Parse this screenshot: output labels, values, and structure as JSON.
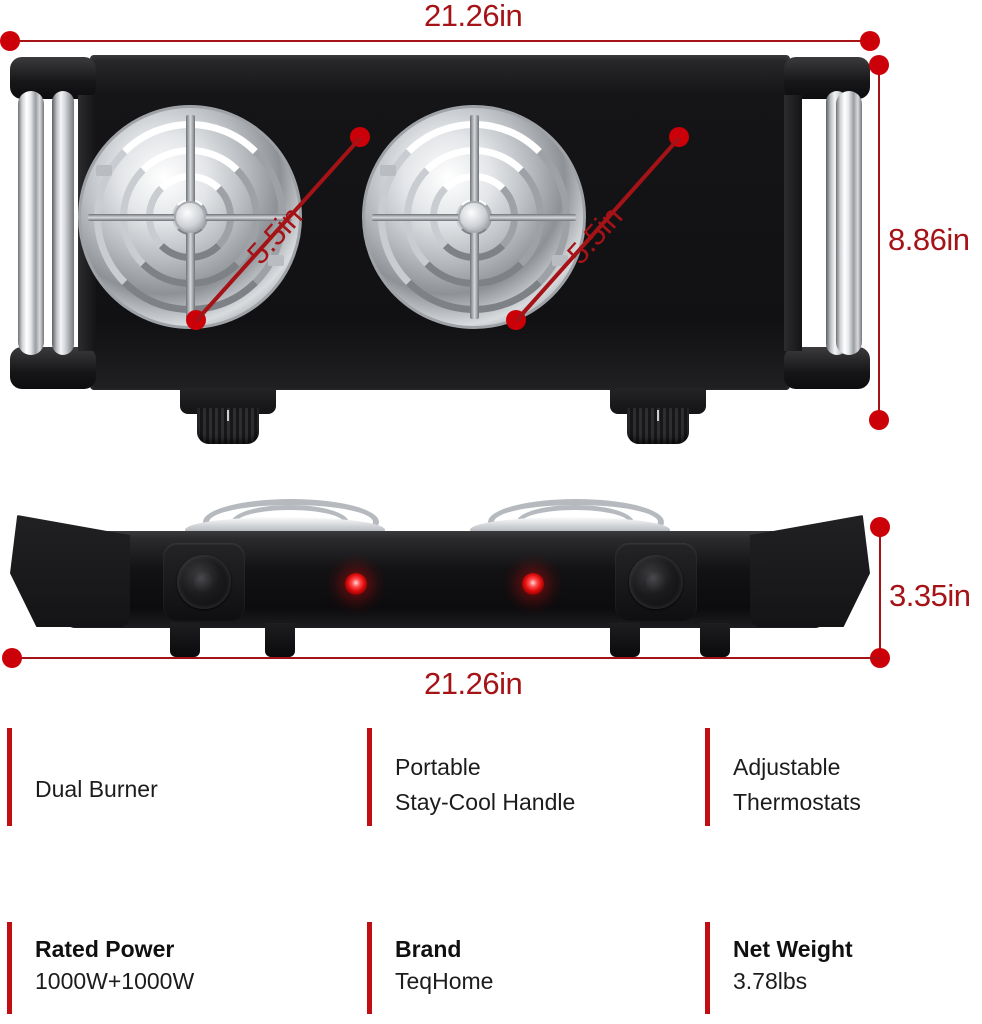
{
  "dimensions": {
    "top_width": "21.26in",
    "top_depth": "8.86in",
    "burner_left_diameter": "5.5in",
    "burner_right_diameter": "5.5in",
    "front_width": "21.26in",
    "front_height": "3.35in"
  },
  "colors": {
    "accent_red": "#c10d14",
    "dimension_red": "#a51317",
    "dot_red": "#cc0008",
    "body_black": "#121214",
    "text_dark": "#1c1c1c"
  },
  "features": [
    {
      "line1": "Dual Burner",
      "line2": ""
    },
    {
      "line1": "Portable",
      "line2": "Stay-Cool Handle"
    },
    {
      "line1": "Adjustable",
      "line2": "Thermostats"
    }
  ],
  "specs": [
    {
      "title": "Rated Power",
      "value": "1000W+1000W"
    },
    {
      "title": "Brand",
      "value": "TeqHome"
    },
    {
      "title": "Net Weight",
      "value": "3.78lbs"
    }
  ]
}
